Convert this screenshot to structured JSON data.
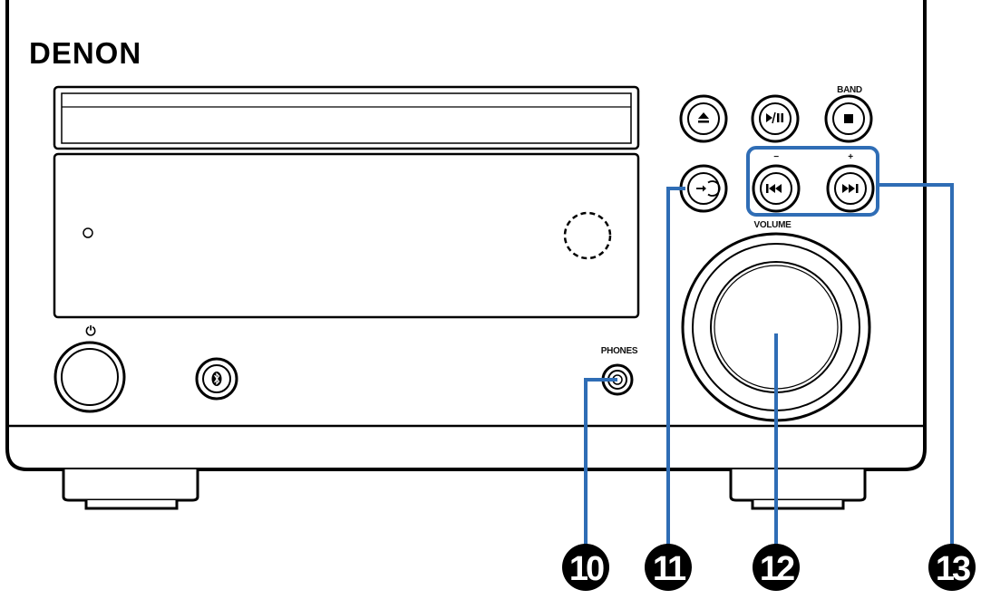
{
  "device": {
    "brand": "DENON",
    "labels": {
      "band": "BAND",
      "minus": "−",
      "plus": "+",
      "volume": "VOLUME",
      "phones": "PHONES",
      "power_symbol": "⏻"
    },
    "icons": {
      "eject": "eject-icon",
      "play_pause": "play-pause-icon",
      "stop": "stop-icon",
      "input": "input-source-icon",
      "prev": "skip-back-icon",
      "next": "skip-forward-icon",
      "bluetooth": "bluetooth-icon"
    }
  },
  "callouts": {
    "c10": "10",
    "c11": "11",
    "c12": "12",
    "c13": "13"
  },
  "colors": {
    "callout_line": "#2f6db5",
    "outline": "#000000",
    "panel_fill": "#ffffff"
  }
}
